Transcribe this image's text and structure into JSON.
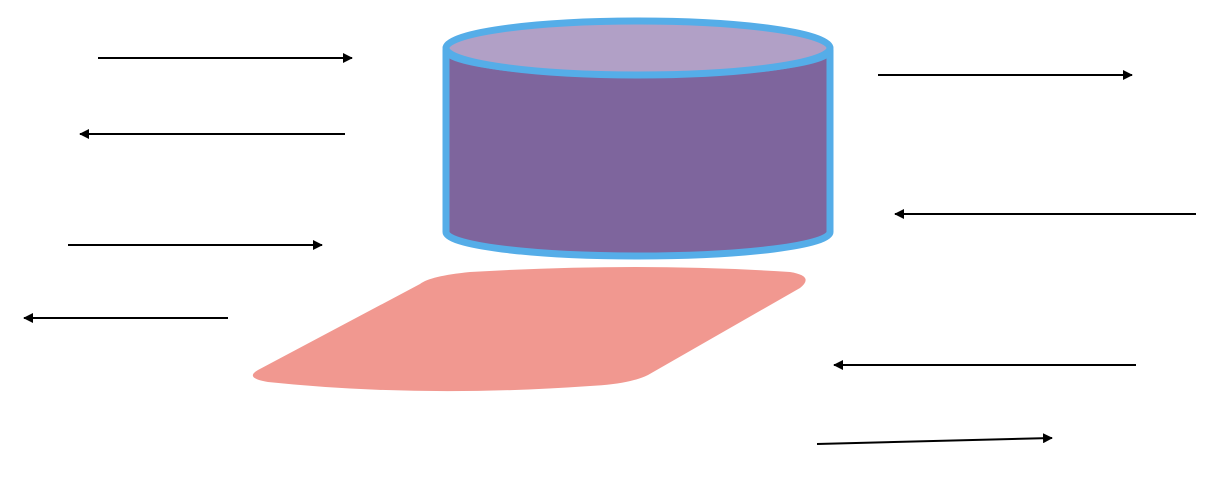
{
  "diagram": {
    "colors": {
      "background": "#ffffff",
      "cylinder_body": "#7e659d",
      "cylinder_top": "#b1a0c6",
      "cylinder_outline": "#55ade8",
      "plate_fill": "#f19890",
      "arrow": "#000000"
    },
    "shapes": [
      {
        "kind": "cylinder",
        "name": "cylinder"
      },
      {
        "kind": "parallelogram",
        "name": "base-plate"
      }
    ],
    "arrows": [
      {
        "name": "arrow-left-1-right",
        "direction": "right"
      },
      {
        "name": "arrow-left-2-left",
        "direction": "left"
      },
      {
        "name": "arrow-left-3-right",
        "direction": "right"
      },
      {
        "name": "arrow-left-4-left",
        "direction": "left"
      },
      {
        "name": "arrow-right-1-right",
        "direction": "right"
      },
      {
        "name": "arrow-right-2-left",
        "direction": "left"
      },
      {
        "name": "arrow-right-3-left",
        "direction": "left"
      },
      {
        "name": "arrow-right-4-right",
        "direction": "right"
      }
    ]
  }
}
